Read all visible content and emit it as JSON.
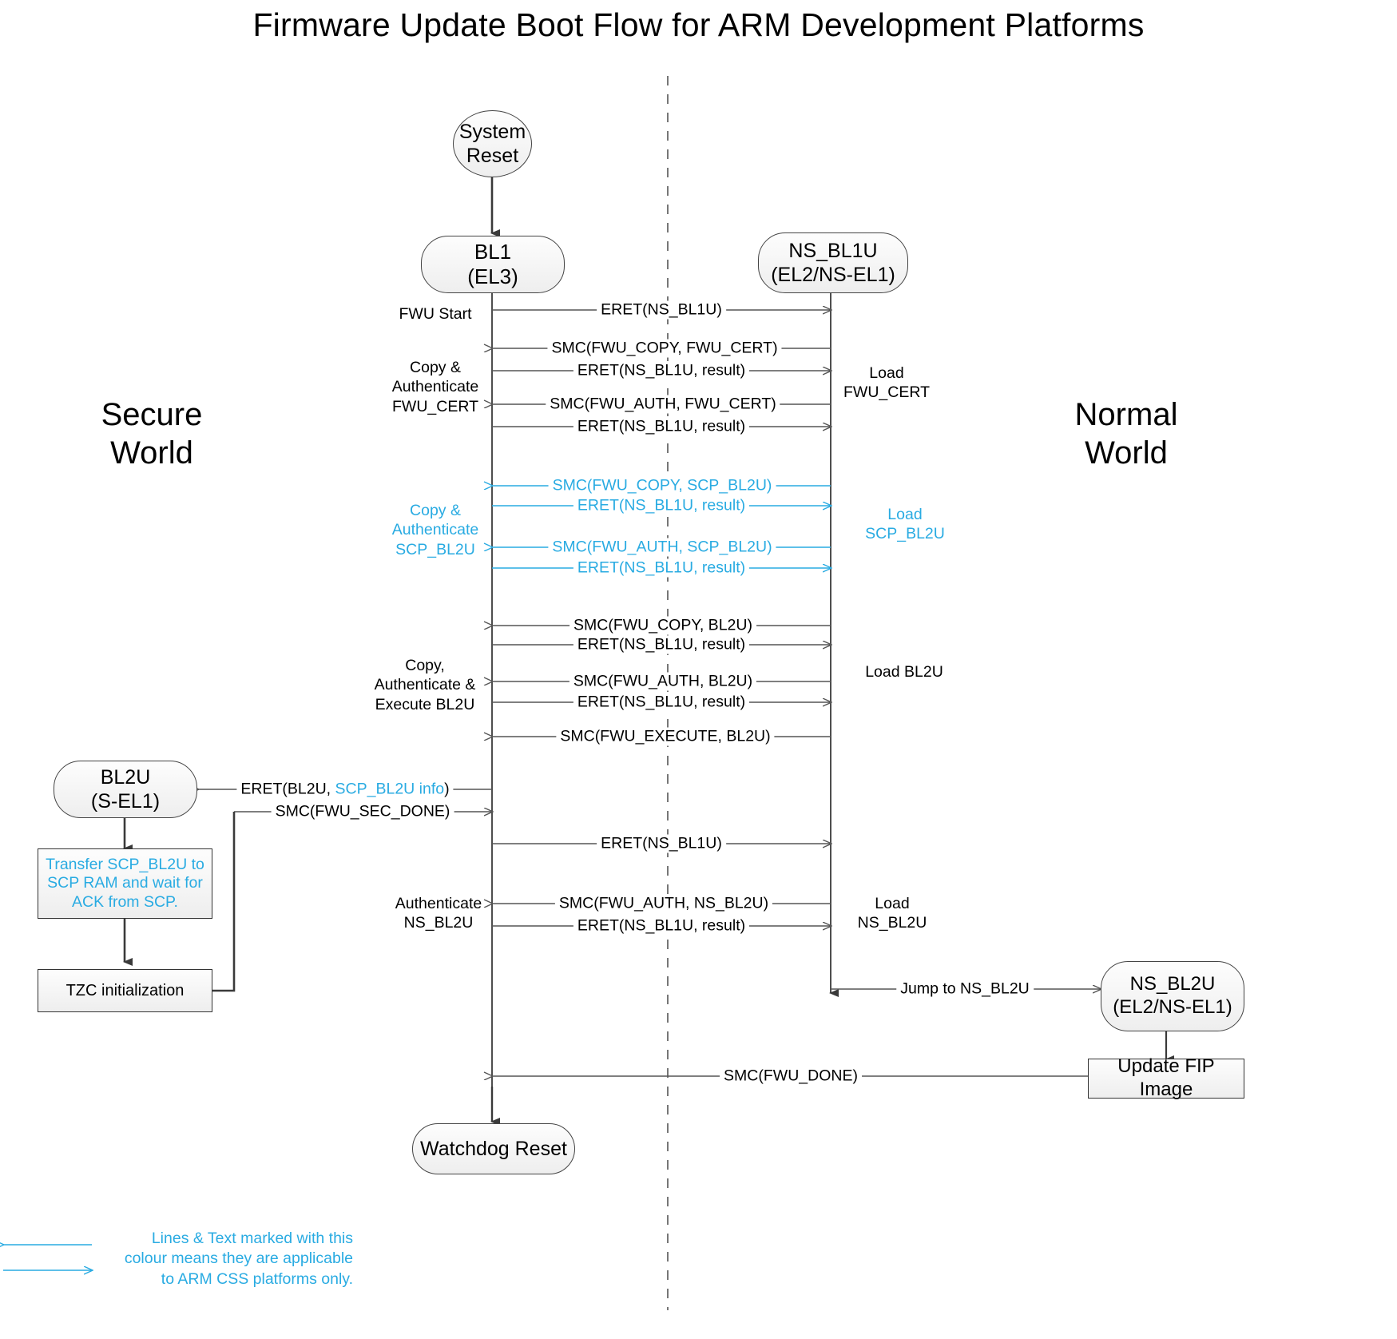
{
  "title": "Firmware Update Boot Flow for ARM Development Platforms",
  "colors": {
    "css_accent": "#29ABE2",
    "line": "#555555",
    "node_border": "#444444",
    "node_fill": "#f2f2f2",
    "text": "#000000"
  },
  "worlds": {
    "secure": "Secure\nWorld",
    "secure_line1": "Secure",
    "secure_line2": "World",
    "normal_line1": "Normal",
    "normal_line2": "World"
  },
  "nodes": {
    "system_reset": {
      "line1": "System",
      "line2": "Reset",
      "shape": "ellipse"
    },
    "bl1": {
      "line1": "BL1",
      "line2": "(EL3)",
      "shape": "rounded"
    },
    "ns_bl1u": {
      "line1": "NS_BL1U",
      "line2": "(EL2/NS-EL1)",
      "shape": "rounded"
    },
    "bl2u": {
      "line1": "BL2U",
      "line2": "(S-EL1)",
      "shape": "rounded"
    },
    "transfer_scp": {
      "line1": "Transfer SCP_BL2U to",
      "line2": "SCP RAM and wait for",
      "line3": "ACK from SCP.",
      "shape": "rect",
      "css_only": true
    },
    "tzc_init": {
      "line1": "TZC initialization",
      "shape": "rect"
    },
    "ns_bl2u": {
      "line1": "NS_BL2U",
      "line2": "(EL2/NS-EL1)",
      "shape": "rounded"
    },
    "update_fip": {
      "line1": "Update FIP Image",
      "shape": "rect"
    },
    "watchdog_reset": {
      "line1": "Watchdog Reset",
      "shape": "rounded"
    }
  },
  "left_labels": [
    {
      "id": "fwu-start",
      "lines": [
        "FWU Start"
      ],
      "css_only": false
    },
    {
      "id": "copy-auth-fwu-cert",
      "lines": [
        "Copy &",
        "Authenticate",
        "FWU_CERT"
      ],
      "css_only": false
    },
    {
      "id": "copy-auth-scp-bl2u",
      "lines": [
        "Copy &",
        "Authenticate",
        "SCP_BL2U"
      ],
      "css_only": true
    },
    {
      "id": "copy-auth-exec-bl2u",
      "lines": [
        "Copy,",
        "Authenticate &",
        "Execute BL2U"
      ],
      "css_only": false
    },
    {
      "id": "authenticate-ns-bl2u",
      "lines": [
        "Authenticate",
        "NS_BL2U"
      ],
      "css_only": false
    }
  ],
  "right_labels": [
    {
      "id": "load-fwu-cert",
      "lines": [
        "Load",
        "FWU_CERT"
      ],
      "css_only": false
    },
    {
      "id": "load-scp-bl2u",
      "lines": [
        "Load",
        "SCP_BL2U"
      ],
      "css_only": true
    },
    {
      "id": "load-bl2u",
      "lines": [
        "Load BL2U"
      ],
      "css_only": false
    },
    {
      "id": "load-ns-bl2u",
      "lines": [
        "Load",
        "NS_BL2U"
      ],
      "css_only": false
    }
  ],
  "messages": [
    {
      "id": "m1",
      "text": "ERET(NS_BL1U)",
      "dir": "right",
      "css_only": false
    },
    {
      "id": "m2",
      "text": "SMC(FWU_COPY, FWU_CERT)",
      "dir": "left",
      "css_only": false
    },
    {
      "id": "m3",
      "text": "ERET(NS_BL1U, result)",
      "dir": "right",
      "css_only": false
    },
    {
      "id": "m4",
      "text": "SMC(FWU_AUTH, FWU_CERT)",
      "dir": "left",
      "css_only": false
    },
    {
      "id": "m5",
      "text": "ERET(NS_BL1U, result)",
      "dir": "right",
      "css_only": false
    },
    {
      "id": "m6",
      "text": "SMC(FWU_COPY, SCP_BL2U)",
      "dir": "left",
      "css_only": true
    },
    {
      "id": "m7",
      "text": "ERET(NS_BL1U, result)",
      "dir": "right",
      "css_only": true
    },
    {
      "id": "m8",
      "text": "SMC(FWU_AUTH, SCP_BL2U)",
      "dir": "left",
      "css_only": true
    },
    {
      "id": "m9",
      "text": "ERET(NS_BL1U, result)",
      "dir": "right",
      "css_only": true
    },
    {
      "id": "m10",
      "text": "SMC(FWU_COPY, BL2U)",
      "dir": "left",
      "css_only": false
    },
    {
      "id": "m11",
      "text": "ERET(NS_BL1U, result)",
      "dir": "right",
      "css_only": false
    },
    {
      "id": "m12",
      "text": "SMC(FWU_AUTH, BL2U)",
      "dir": "left",
      "css_only": false
    },
    {
      "id": "m13",
      "text": "ERET(NS_BL1U, result)",
      "dir": "right",
      "css_only": false
    },
    {
      "id": "m14",
      "text": "SMC(FWU_EXECUTE, BL2U)",
      "dir": "left",
      "css_only": false
    },
    {
      "id": "m15",
      "text": "ERET(NS_BL1U)",
      "dir": "right",
      "css_only": false
    },
    {
      "id": "m16",
      "text": "SMC(FWU_AUTH, NS_BL2U)",
      "dir": "left",
      "css_only": false
    },
    {
      "id": "m17",
      "text": "ERET(NS_BL1U, result)",
      "dir": "right",
      "css_only": false
    },
    {
      "id": "m18",
      "text": "Jump to NS_BL2U",
      "dir": "right",
      "css_only": false
    },
    {
      "id": "m19",
      "text": "SMC(FWU_DONE)",
      "dir": "left",
      "css_only": false
    }
  ],
  "bl2u_messages": {
    "eret_bl2u_prefix": "ERET(BL2U, ",
    "eret_bl2u_accent": "SCP_BL2U info",
    "eret_bl2u_suffix": ")",
    "smc_fwu_sec_done": "SMC(FWU_SEC_DONE)"
  },
  "legend": {
    "line1": "Lines & Text marked with this",
    "line2": "colour means they are applicable",
    "line3": "to ARM CSS platforms only."
  }
}
